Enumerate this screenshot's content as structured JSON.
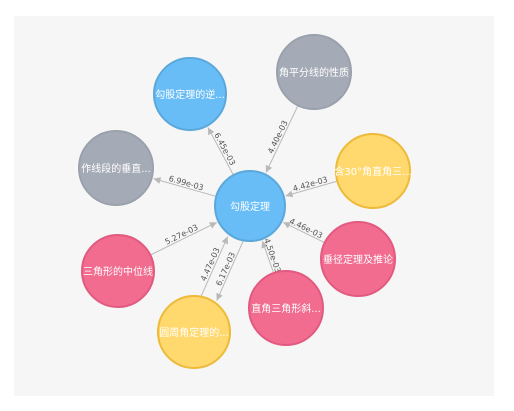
{
  "palette": {
    "blue_fill": "#68bdf6",
    "blue_stroke": "#5ca8db",
    "gray_fill": "#a5abb6",
    "gray_stroke": "#9aa1ac",
    "yellow_fill": "#ffd86e",
    "yellow_stroke": "#edba39",
    "pink_fill": "#f16c8f",
    "pink_stroke": "#e25a80",
    "edge": "#b9b9b9",
    "background": "#f6f6f6"
  },
  "graph": {
    "center": {
      "id": "center",
      "label": "勾股定理",
      "color": "blue"
    },
    "nodes": [
      {
        "id": "n1",
        "label": "勾股定理的逆...",
        "color": "blue",
        "edge_label": "6.45e-03"
      },
      {
        "id": "n2",
        "label": "角平分线的性质",
        "color": "gray",
        "edge_label": "4.40e-03"
      },
      {
        "id": "n3",
        "label": "含30°角直角三...",
        "color": "yellow",
        "edge_label": "4.42e-03"
      },
      {
        "id": "n4",
        "label": "垂径定理及推论",
        "color": "pink",
        "edge_label": "4.46e-03"
      },
      {
        "id": "n5",
        "label": "直角三角形斜...",
        "color": "pink",
        "edge_label": "4.50e-03"
      },
      {
        "id": "n6",
        "label": "圆周角定理的...",
        "color": "yellow",
        "edge_label": "4.47e-03",
        "edge_label_2": "6.17e-03"
      },
      {
        "id": "n7",
        "label": "三角形的中位线",
        "color": "pink",
        "edge_label": "5.27e-03"
      },
      {
        "id": "n8",
        "label": "作线段的垂直...",
        "color": "gray",
        "edge_label": "6.99e-03"
      }
    ]
  }
}
